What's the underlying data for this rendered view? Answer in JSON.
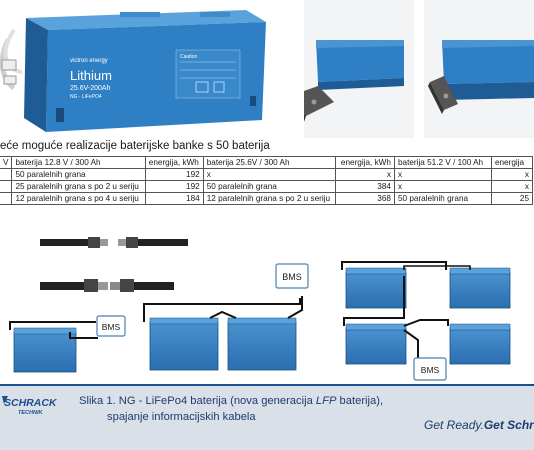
{
  "battery_label": {
    "brand": "victron energy",
    "product": "Lithium",
    "rating": "25.6V-200Ah",
    "chemistry": "NG - LiFePO4",
    "caution": "Caution"
  },
  "table": {
    "heading": "eće moguće realizacije baterijske banke s 50 baterija",
    "headers": [
      "V",
      "baterija 12.8 V / 300 Ah",
      "energija, kWh",
      "baterija 25.6V / 300 Ah",
      "energija, kWh",
      "baterija 51.2 V / 100 Ah",
      "energija"
    ],
    "rows": [
      [
        "",
        "50 paralelnih grana",
        "192",
        "x",
        "x",
        "x",
        "x"
      ],
      [
        "",
        "25 paralelnih grana s po 2 u seriju",
        "192",
        "50 paralelnih grana",
        "384",
        "x",
        "x"
      ],
      [
        "",
        "12 paralelnih grana s po 4 u seriju",
        "184",
        "12 paralelnih grana s po 2 u seriju",
        "368",
        "50 paralelnih grana",
        "25"
      ]
    ]
  },
  "diagram": {
    "bms_label": "BMS"
  },
  "footer": {
    "logo_text": "SCHRACK",
    "logo_sub": "TECHNIK",
    "caption_line1_pre": "Slika 1. NG - LiFePo4 baterija (nova generacija ",
    "caption_line1_em": "LFP",
    "caption_line1_post": " baterija),",
    "caption_line2": "spajanje informacijskih kabela",
    "slogan_pre": "Get Ready.",
    "slogan_bold": "Get Schra"
  },
  "colors": {
    "battery_blue": "#2f7fc4",
    "battery_dark": "#1f5c96",
    "footer_bg": "#d9e0e7",
    "footer_text": "#1e3d6e"
  }
}
